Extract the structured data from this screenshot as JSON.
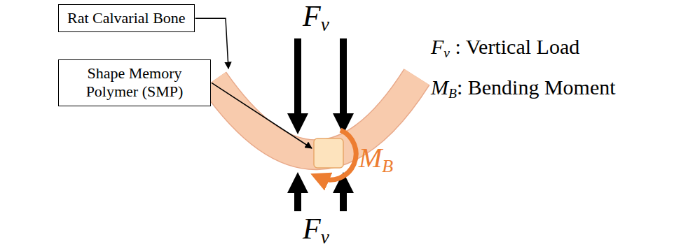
{
  "diagram": {
    "nodes": [
      {
        "text": [
          "Rat Calvarial Bone"
        ]
      },
      {
        "text": [
          "Shape Memory Polymer (SMP)"
        ]
      }
    ],
    "labels": [
      "Fv",
      "Fv",
      "MB",
      "Fv : Vertical Load",
      "MB: Bending Moment"
    ]
  }
}
